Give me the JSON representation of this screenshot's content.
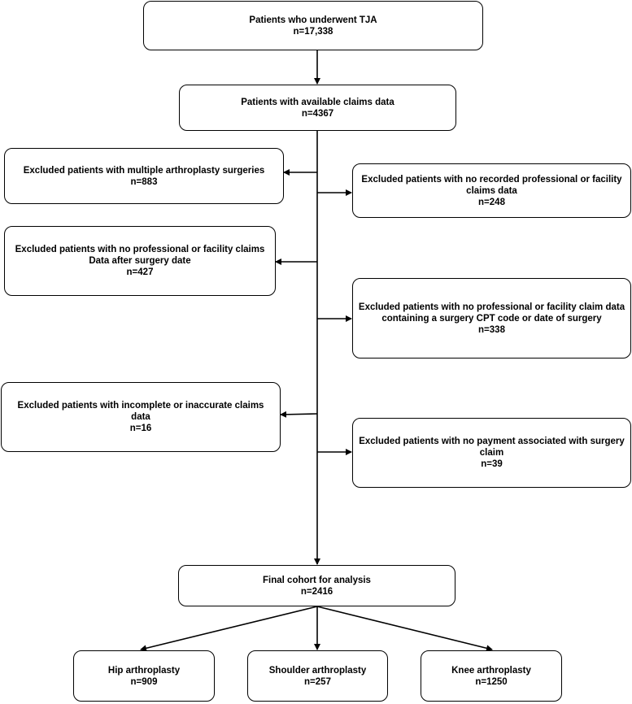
{
  "diagram": {
    "stroke_color": "#000000",
    "background_color": "#ffffff",
    "boxes": {
      "tja": {
        "lines": [
          "Patients who underwent TJA",
          "n=17,338"
        ]
      },
      "claims": {
        "lines": [
          "Patients with available claims data",
          "n=4367"
        ]
      },
      "excl_multiple": {
        "lines": [
          "Excluded patients with multiple arthroplasty surgeries",
          "n=883"
        ]
      },
      "excl_no_recorded": {
        "lines": [
          "Excluded patients with no recorded professional or facility",
          "claims data",
          "n=248"
        ]
      },
      "excl_after_date": {
        "lines": [
          "Excluded patients with no professional or facility claims",
          "Data after surgery date",
          "n=427"
        ]
      },
      "excl_no_cpt": {
        "lines": [
          "Excluded patients with no professional or facility claim data",
          "containing a surgery CPT code or date of surgery",
          "n=338"
        ]
      },
      "excl_incomplete": {
        "lines": [
          "Excluded patients with incomplete or inaccurate claims",
          "data",
          "n=16"
        ]
      },
      "excl_no_payment": {
        "lines": [
          "Excluded patients with no payment associated with surgery",
          "claim",
          "n=39"
        ]
      },
      "final": {
        "lines": [
          "Final cohort for analysis",
          "n=2416"
        ]
      },
      "hip": {
        "lines": [
          "Hip arthroplasty",
          "n=909"
        ]
      },
      "shoulder": {
        "lines": [
          "Shoulder arthroplasty",
          "n=257"
        ]
      },
      "knee": {
        "lines": [
          "Knee arthroplasty",
          "n=1250"
        ]
      }
    }
  }
}
